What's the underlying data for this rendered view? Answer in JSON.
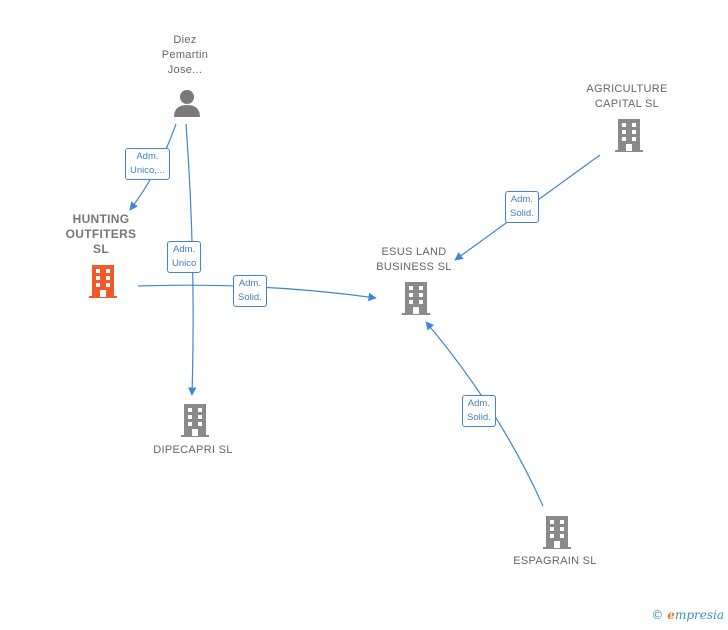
{
  "nodes": {
    "person": {
      "label": "Diez\nPemartin\nJose..."
    },
    "hunting": {
      "label": "HUNTING\nOUTFITERS\nSL"
    },
    "esus": {
      "label": "ESUS LAND\nBUSINESS  SL"
    },
    "agriculture": {
      "label": "AGRICULTURE\nCAPITAL  SL"
    },
    "dipecapri": {
      "label": "DIPECAPRI  SL"
    },
    "espagrain": {
      "label": "ESPAGRAIN  SL"
    }
  },
  "edges": {
    "person_hunting": "Adm.\nUnico,...",
    "person_dipecapri": "Adm.\nUnico",
    "hunting_esus": "Adm.\nSolid.",
    "agriculture_esus": "Adm.\nSolid.",
    "espagrain_esus": "Adm.\nSolid."
  },
  "brand": {
    "copyright": "©",
    "initial": "e",
    "rest": "mpresia"
  },
  "colors": {
    "edge": "#3f87d4",
    "building": "#8a8a8a",
    "focus_building": "#f05a28",
    "person": "#7a7a7a"
  }
}
